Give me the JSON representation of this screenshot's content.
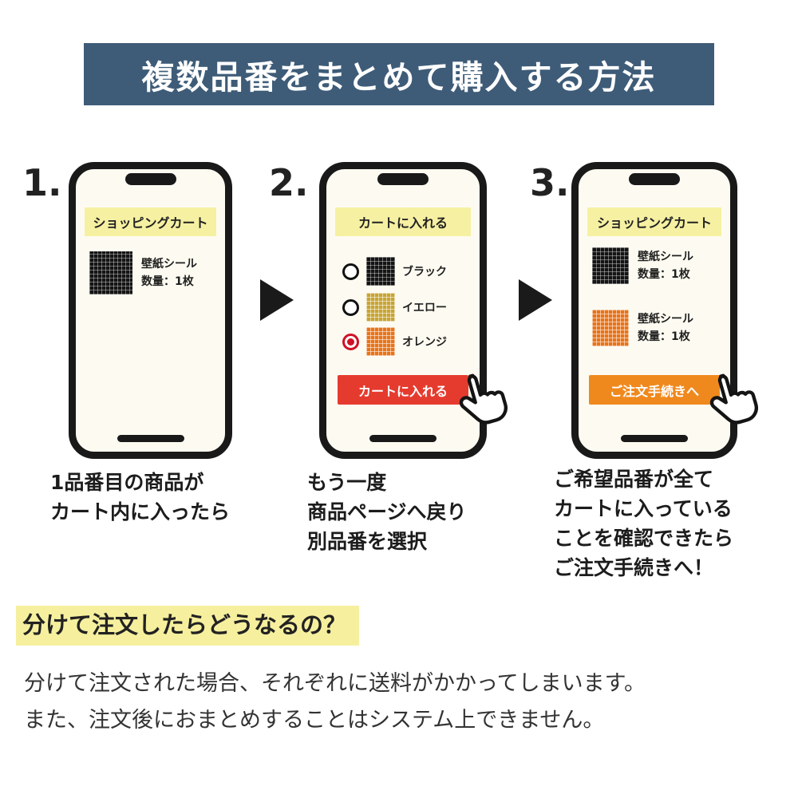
{
  "header": {
    "title": "複数品番をまとめて購入する方法"
  },
  "colors": {
    "header_bg": "#3e5c78",
    "phone_banner_yellow": "#f6f0a2",
    "add_to_cart_red": "#e53b2e",
    "checkout_orange": "#f0891d",
    "highlight_yellow": "#f6ef9e",
    "radio_selected_red": "#cf1126"
  },
  "steps": [
    {
      "number": "1.",
      "banner": "ショッピングカート",
      "items": [
        {
          "swatch": "black",
          "name": "壁紙シール",
          "qty": "数量：1枚"
        }
      ],
      "caption": [
        "1品番目の商品が",
        "カート内に入ったら"
      ]
    },
    {
      "number": "2.",
      "banner": "カートに入れる",
      "options": [
        {
          "swatch": "black",
          "label": "ブラック",
          "selected": false
        },
        {
          "swatch": "yellow",
          "label": "イエロー",
          "selected": false
        },
        {
          "swatch": "orange",
          "label": "オレンジ",
          "selected": true
        }
      ],
      "button": {
        "label": "カートに入れる"
      },
      "caption": [
        "もう一度",
        "商品ページへ戻り",
        "別品番を選択"
      ]
    },
    {
      "number": "3.",
      "banner": "ショッピングカート",
      "items": [
        {
          "swatch": "black",
          "name": "壁紙シール",
          "qty": "数量：1枚"
        },
        {
          "swatch": "orange",
          "name": "壁紙シール",
          "qty": "数量：1枚"
        }
      ],
      "button": {
        "label": "ご注文手続きへ"
      },
      "caption": [
        "ご希望品番が全て",
        "カートに入っている",
        "ことを確認できたら",
        "ご注文手続きへ！"
      ]
    }
  ],
  "faq": {
    "heading": "分けて注文したらどうなるの？",
    "body": [
      "分けて注文された場合、それぞれに送料がかかってしまいます。",
      "また、注文後におまとめすることはシステム上できません。"
    ]
  }
}
